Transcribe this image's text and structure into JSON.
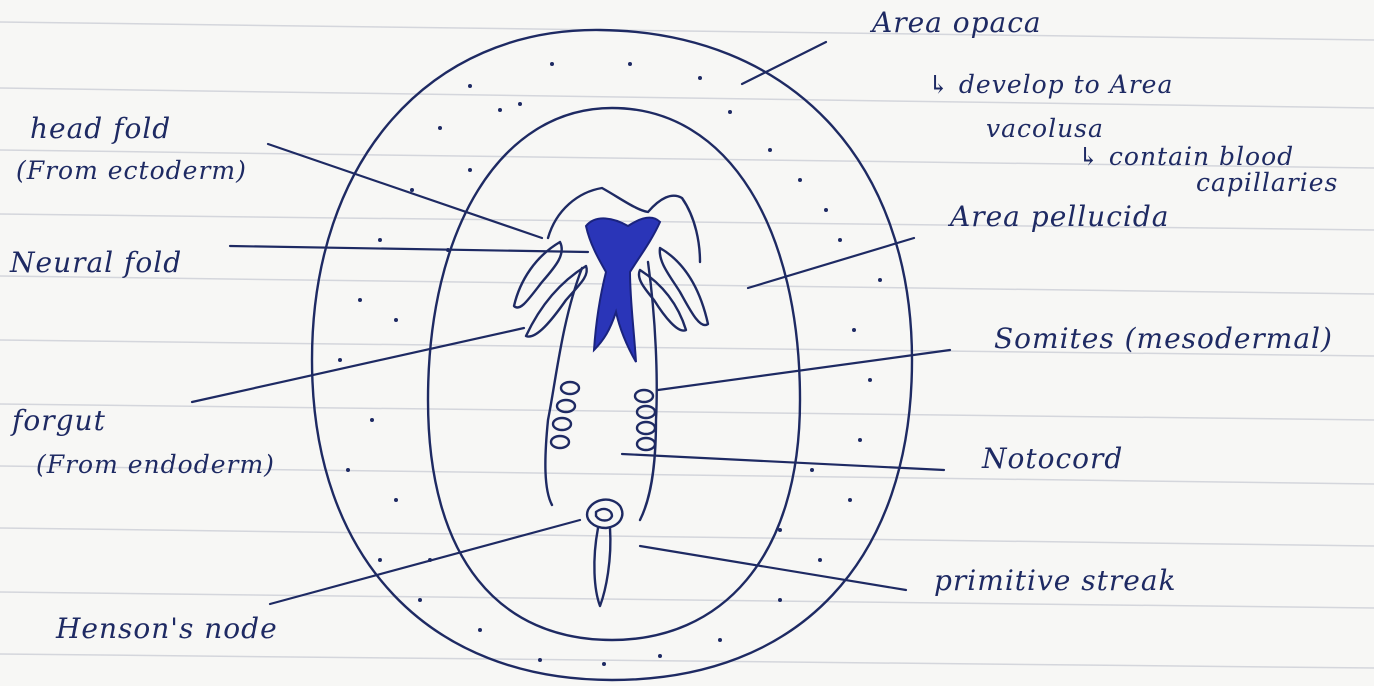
{
  "labels": {
    "area_opaca": "Area opaca",
    "area_opaca_note_1": "↳ develop to Area",
    "area_opaca_note_2": "vacolusa",
    "area_opaca_note_3": "↳ contain blood",
    "area_opaca_note_4": "capillaries",
    "head_fold": "head fold",
    "head_fold_source": "(From ectoderm)",
    "neural_fold": "Neural fold",
    "area_pellucida": "Area pellucida",
    "somites": "Somites (mesodermal)",
    "forgut": "forgut",
    "forgut_source": "(From endoderm)",
    "notocord": "Notocord",
    "primitive_streak": "primitive streak",
    "hensons_node": "Henson's node"
  },
  "colors": {
    "ink": "#1e2a63",
    "neural_fill": "#2a35b8",
    "paper": "#f7f7f5",
    "rule": "#d4d6dc"
  }
}
